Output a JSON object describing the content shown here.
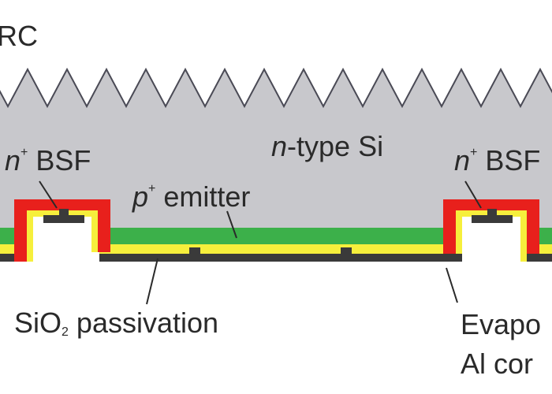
{
  "labels": {
    "arc": "RC",
    "n_type_italic": "n",
    "n_type_rest": "-type Si",
    "bsf_left_italic": "n",
    "bsf_left_sup": "+",
    "bsf_left_rest": "BSF",
    "bsf_right_italic": "n",
    "bsf_right_sup": "+",
    "bsf_right_rest": "BSF",
    "emitter_italic": "p",
    "emitter_sup": "+",
    "emitter_rest": " emitter",
    "sio2_pre": "SiO",
    "sio2_sub": "2",
    "sio2_rest": " passivation",
    "contact_line1": "Evapo",
    "contact_line2": "Al cor"
  },
  "colors": {
    "silicon": "#c8c8cc",
    "texture_line": "#4a4a55",
    "emitter": "#3cb04a",
    "bsf_red": "#e8201c",
    "oxide_yellow": "#f6ef3c",
    "contact_dark": "#3a3a3a",
    "text": "#2a2a2a"
  }
}
